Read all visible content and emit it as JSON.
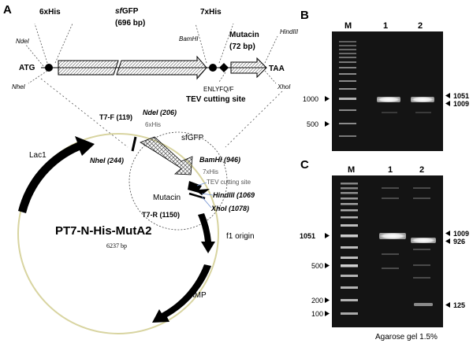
{
  "panel_a": {
    "label": "A",
    "construct": {
      "start_codon": "ATG",
      "stop_codon": "TAA",
      "his6_label": "6xHis",
      "his7_label": "7xHis",
      "sfgfp_name": "sfGFP",
      "sfgfp_name_prefix": "sf",
      "sfgfp_name_suffix": "GFP",
      "sfgfp_size": "(696 bp)",
      "mutacin_name": "Mutacin",
      "mutacin_size": "(72 bp)",
      "site_ndei": "NdeI",
      "site_nhei": "NheI",
      "site_bamhi": "BamHI",
      "site_hindiii": "HindIII",
      "site_xhoi": "XhoI",
      "tev_seq": "ENLYFQ/F",
      "tev_label": "TEV cutting site"
    },
    "plasmid": {
      "name": "PT7-N-His-MutA2",
      "size": "6237 bp",
      "lac1": "Lac1",
      "f1_origin": "f1 origin",
      "amp": "AMP",
      "t7f": "T7-F (119)",
      "t7r": "T7-R (1150)",
      "ndei_pos": "NdeI (206)",
      "nhei_pos": "NheI (244)",
      "his6": "6xHis",
      "sfgfp": "sfGFP",
      "bamhi_pos": "BamHI (946)",
      "his7": "7xHis",
      "tev": "TEV cutting site",
      "mutacin": "Mutacin",
      "hindiii_pos": "HindIII (1069",
      "xhoi_pos": "XhoI (1078)"
    }
  },
  "panel_b": {
    "label": "B",
    "lanes": [
      "M",
      "1",
      "2"
    ],
    "left_markers": [
      "1000",
      "500"
    ],
    "right_markers": [
      "1051",
      "1009"
    ]
  },
  "panel_c": {
    "label": "C",
    "lanes": [
      "M",
      "1",
      "2"
    ],
    "left_markers": [
      "1051",
      "500",
      "200",
      "100"
    ],
    "right_markers": [
      "1009",
      "926",
      "125"
    ],
    "footer": "Agarose gel 1.5%"
  },
  "colors": {
    "gel_bg": "#141414",
    "band": "#f2f2f2",
    "feature": "#000000",
    "backbone": "#d8d4a0",
    "tev_line": "#6e8fd0"
  }
}
